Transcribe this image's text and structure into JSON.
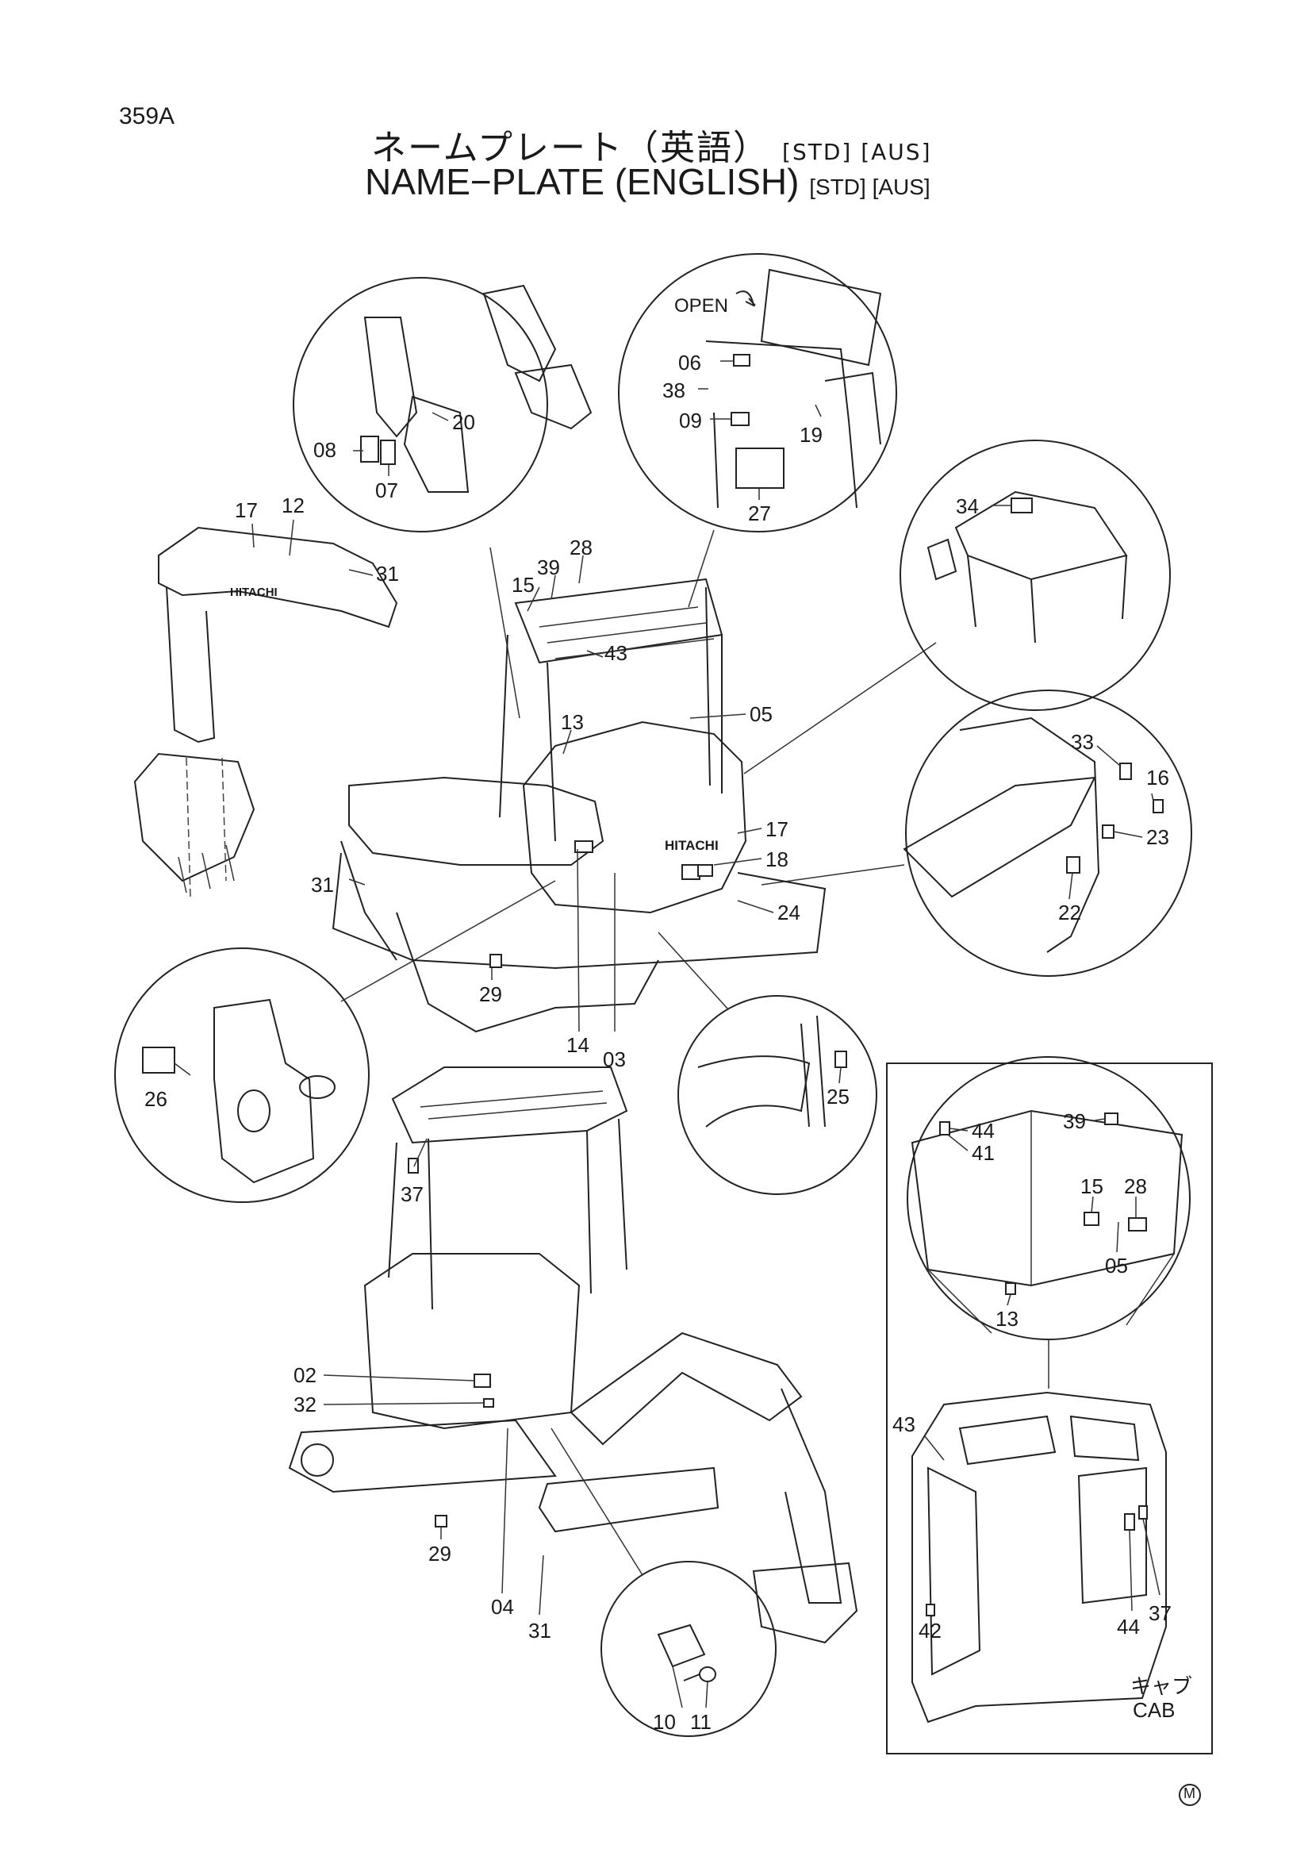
{
  "header": {
    "page_code": "359A",
    "title_jp": "ネームプレート（英語）",
    "title_en": "NAME−PLATE (ENGLISH)",
    "tags": "[STD] [AUS]"
  },
  "labels": {
    "l17a": "17",
    "l12": "12",
    "l31a": "31",
    "l15a": "15",
    "l39a": "39",
    "l28a": "28",
    "l43a": "43",
    "l13a": "13",
    "l05a": "05",
    "l17b": "17",
    "l18": "18",
    "l24": "24",
    "l31b": "31",
    "l29a": "29",
    "l14": "14",
    "l03": "03",
    "l08": "08",
    "l07": "07",
    "l20": "20",
    "open": "OPEN",
    "l06": "06",
    "l38": "38",
    "l09": "09",
    "l19": "19",
    "l27": "27",
    "l34": "34",
    "l33": "33",
    "l16": "16",
    "l23": "23",
    "l22": "22",
    "l26": "26",
    "l25": "25",
    "l37a": "37",
    "l02": "02",
    "l32": "32",
    "l29b": "29",
    "l04": "04",
    "l31c": "31",
    "l10": "10",
    "l11": "11",
    "l44a": "44",
    "l41": "41",
    "l39b": "39",
    "l15b": "15",
    "l28b": "28",
    "l05b": "05",
    "l13b": "13",
    "l43b": "43",
    "l42": "42",
    "l44b": "44",
    "l37b": "37",
    "cab_jp": "キャブ",
    "cab_en": "CAB",
    "hitachi_a": "HITACHI",
    "hitachi_b": "HITACHI"
  },
  "footer": {
    "mark": "M"
  }
}
